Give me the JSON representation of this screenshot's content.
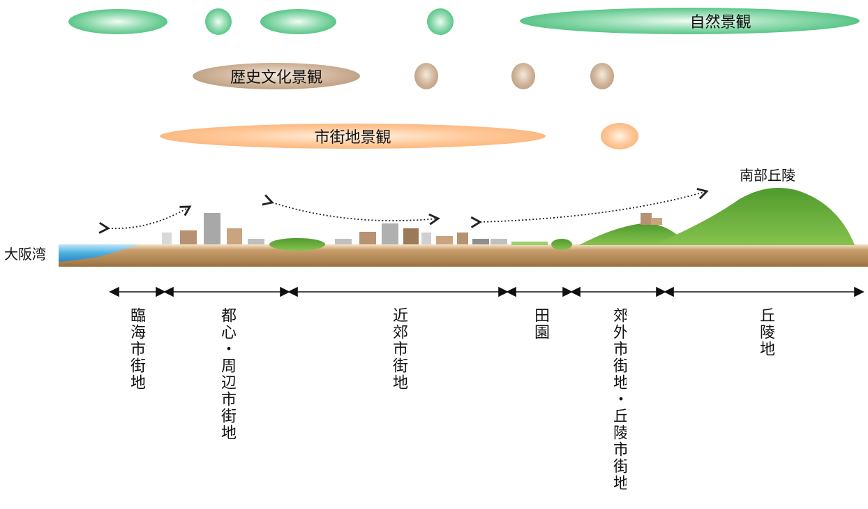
{
  "landscape_types": {
    "natural": "自然景観",
    "historical": "歴史文化景観",
    "urban": "市街地景観"
  },
  "places": {
    "osaka_bay": "大阪湾",
    "southern_hills": "南部丘陵"
  },
  "zones": [
    {
      "id": "rinkai",
      "label": "臨海市街地"
    },
    {
      "id": "toshin",
      "label": "都心・周辺市街地"
    },
    {
      "id": "kinko",
      "label": "近郊市街地"
    },
    {
      "id": "den-en",
      "label": "田園"
    },
    {
      "id": "kogai",
      "label": "郊外市街地・丘陵市街地"
    },
    {
      "id": "kyuryo",
      "label": "丘陵地"
    }
  ],
  "colors": {
    "natural": "#52c283",
    "historical": "#ad8a6c",
    "urban": "#f8a868",
    "ground": "#b98d57",
    "hill": "#5fa83a",
    "sea": "#3aa0d8"
  }
}
